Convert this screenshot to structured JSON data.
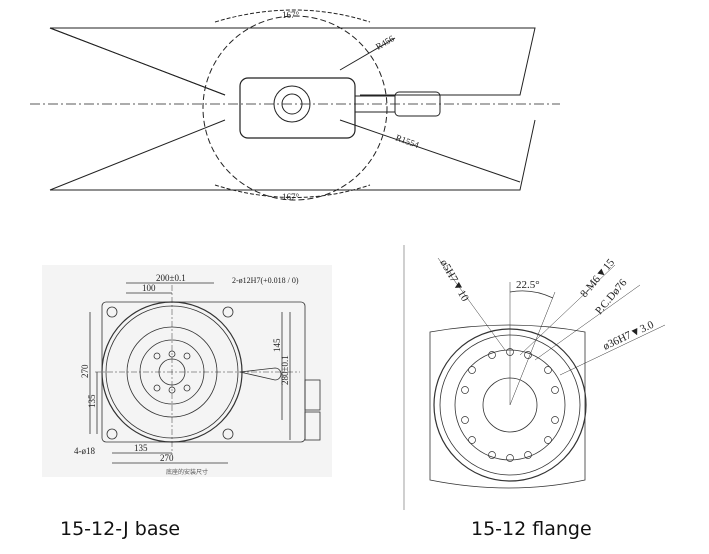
{
  "top_view": {
    "angle_top": "167°",
    "angle_bottom": "167°",
    "radius_inner": "R456",
    "radius_outer": "R1554"
  },
  "base_drawing": {
    "dim_200": "200±0.1",
    "dim_100": "100",
    "pin_hole": "2-ø12H7(+0.018 / 0)",
    "dim_270_v": "270",
    "dim_135_v": "135",
    "dim_145": "145",
    "dim_280": "280±0.1",
    "holes": "4-ø18",
    "dim_135_h": "135",
    "dim_270_h": "270",
    "caption_cn": "底座的安装尺寸"
  },
  "flange_drawing": {
    "pin": "ø5H7▼10",
    "angle": "22.5°",
    "threads": "8-M6▼15",
    "pcd": "P.C.Dø76",
    "bore": "ø36H7▼3.0"
  },
  "captions": {
    "base": "15-12-J base",
    "flange": "15-12 flange"
  }
}
